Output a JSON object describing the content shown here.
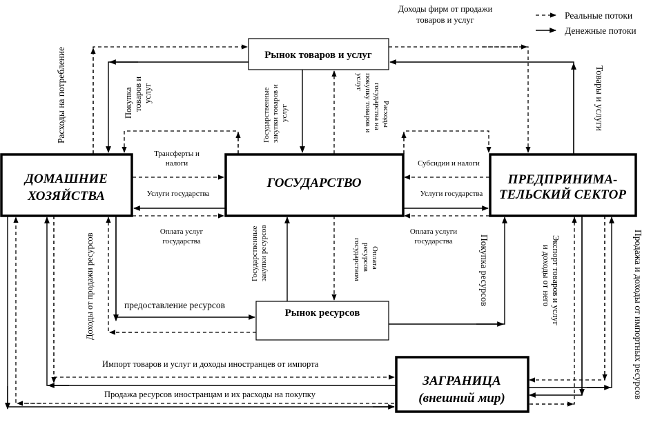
{
  "legend": {
    "real_flows": "Реальные потоки",
    "money_flows": "Денежные потоки"
  },
  "nodes": {
    "households": [
      "ДОМАШНИЕ",
      "ХОЗЯЙСТВА"
    ],
    "government": "ГОСУДАРСТВО",
    "business": [
      "ПРЕДПРИНИМА-",
      "ТЕЛЬСКИЙ СЕКТОР"
    ],
    "goods_market": "Рынок товаров и услуг",
    "resource_market": "Рынок ресурсов",
    "abroad": [
      "ЗАГРАНИЦА",
      "(внешний мир)"
    ]
  },
  "labels": {
    "firm_revenue": [
      "Доходы фирм от продажи",
      "товаров и услуг"
    ],
    "consumption_spending": "Расходы на потребление",
    "purchase_goods": [
      "Покупка",
      "товаров и",
      "услуг"
    ],
    "gov_purchases_goods": [
      "Государственные",
      "закупки товаров и",
      "услуг"
    ],
    "gov_spending_goods": [
      "Расходы",
      "государства на",
      "покупку товаров и",
      "услуг"
    ],
    "goods_and_services": "Товары и услуги",
    "transfers_taxes": [
      "Трансферты  и",
      "налоги"
    ],
    "gov_services_left": "Услуги государства",
    "subsidies_taxes": "Субсидии и налоги",
    "gov_services_right": "Услуги государства",
    "pay_gov_services_left": [
      "Оплата услуг",
      "государства"
    ],
    "pay_gov_services_right": [
      "Оплата услуги",
      "государства"
    ],
    "income_resources": "Доходы от продажи ресурсов",
    "gov_purchases_resources": [
      "Государственные",
      "закупки ресурсов"
    ],
    "gov_pay_resources": [
      "Оплата",
      "ресурсов",
      "государством"
    ],
    "purchase_resources": "Покупка ресурсов",
    "export": [
      "Экспорт товаров и услуг",
      "и доходы от него"
    ],
    "import_resources_sales": "Продажа и доходы от импортных ресурсов",
    "provision_resources": "предоставление ресурсов",
    "import": "Импорт товаров и услуг и доходы иностранцев от импорта",
    "sale_resources_foreign": "Продажа ресурсов иностранцам и  их расходы на  покупку"
  }
}
